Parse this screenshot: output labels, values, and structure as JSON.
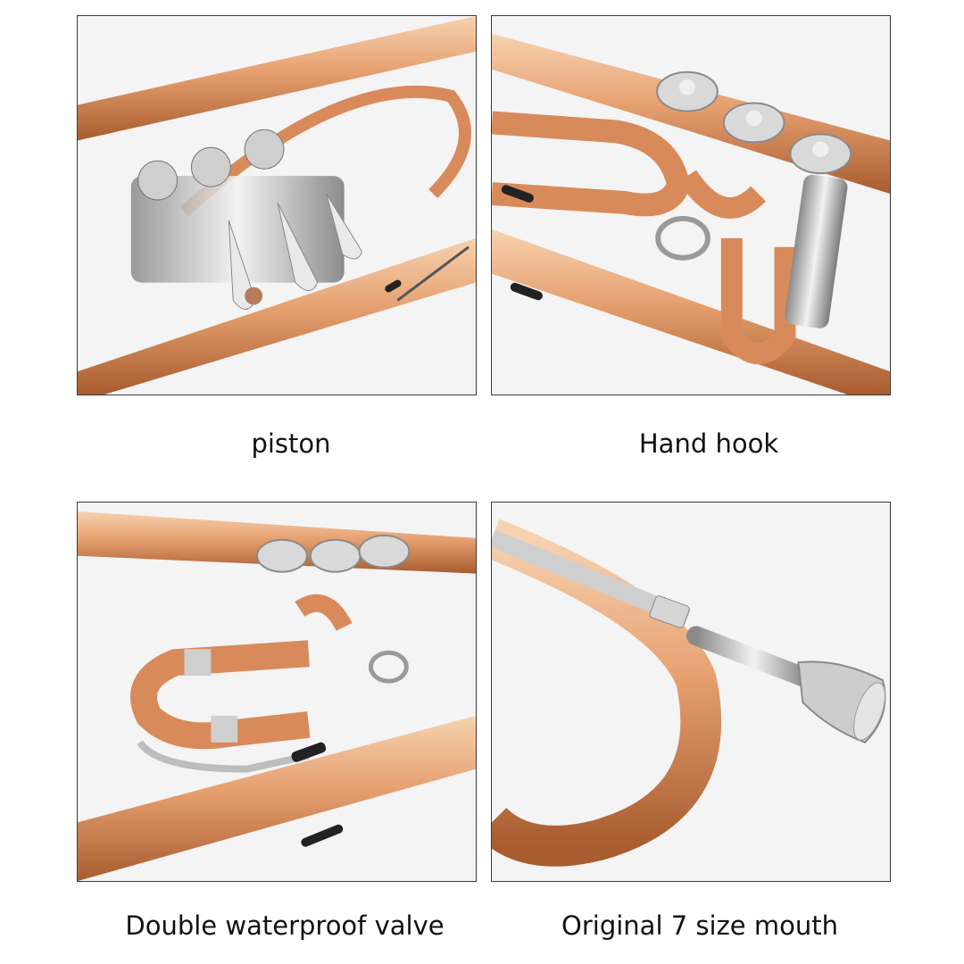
{
  "panels": [
    {
      "caption": "piston",
      "subject": "rotary valve levers"
    },
    {
      "caption": "Hand hook",
      "subject": "valve caps and finger hook"
    },
    {
      "caption": "Double waterproof valve",
      "subject": "water key and tubing"
    },
    {
      "caption": "Original 7 size mouth",
      "subject": "mouthpiece"
    }
  ],
  "colors": {
    "brass": "#e6a070",
    "brass_dark": "#b86a3c",
    "nickel": "#d5d5d5",
    "nickel_dark": "#8a8a8a",
    "panel_border": "#3a3a3a",
    "caption_text": "#111111"
  }
}
